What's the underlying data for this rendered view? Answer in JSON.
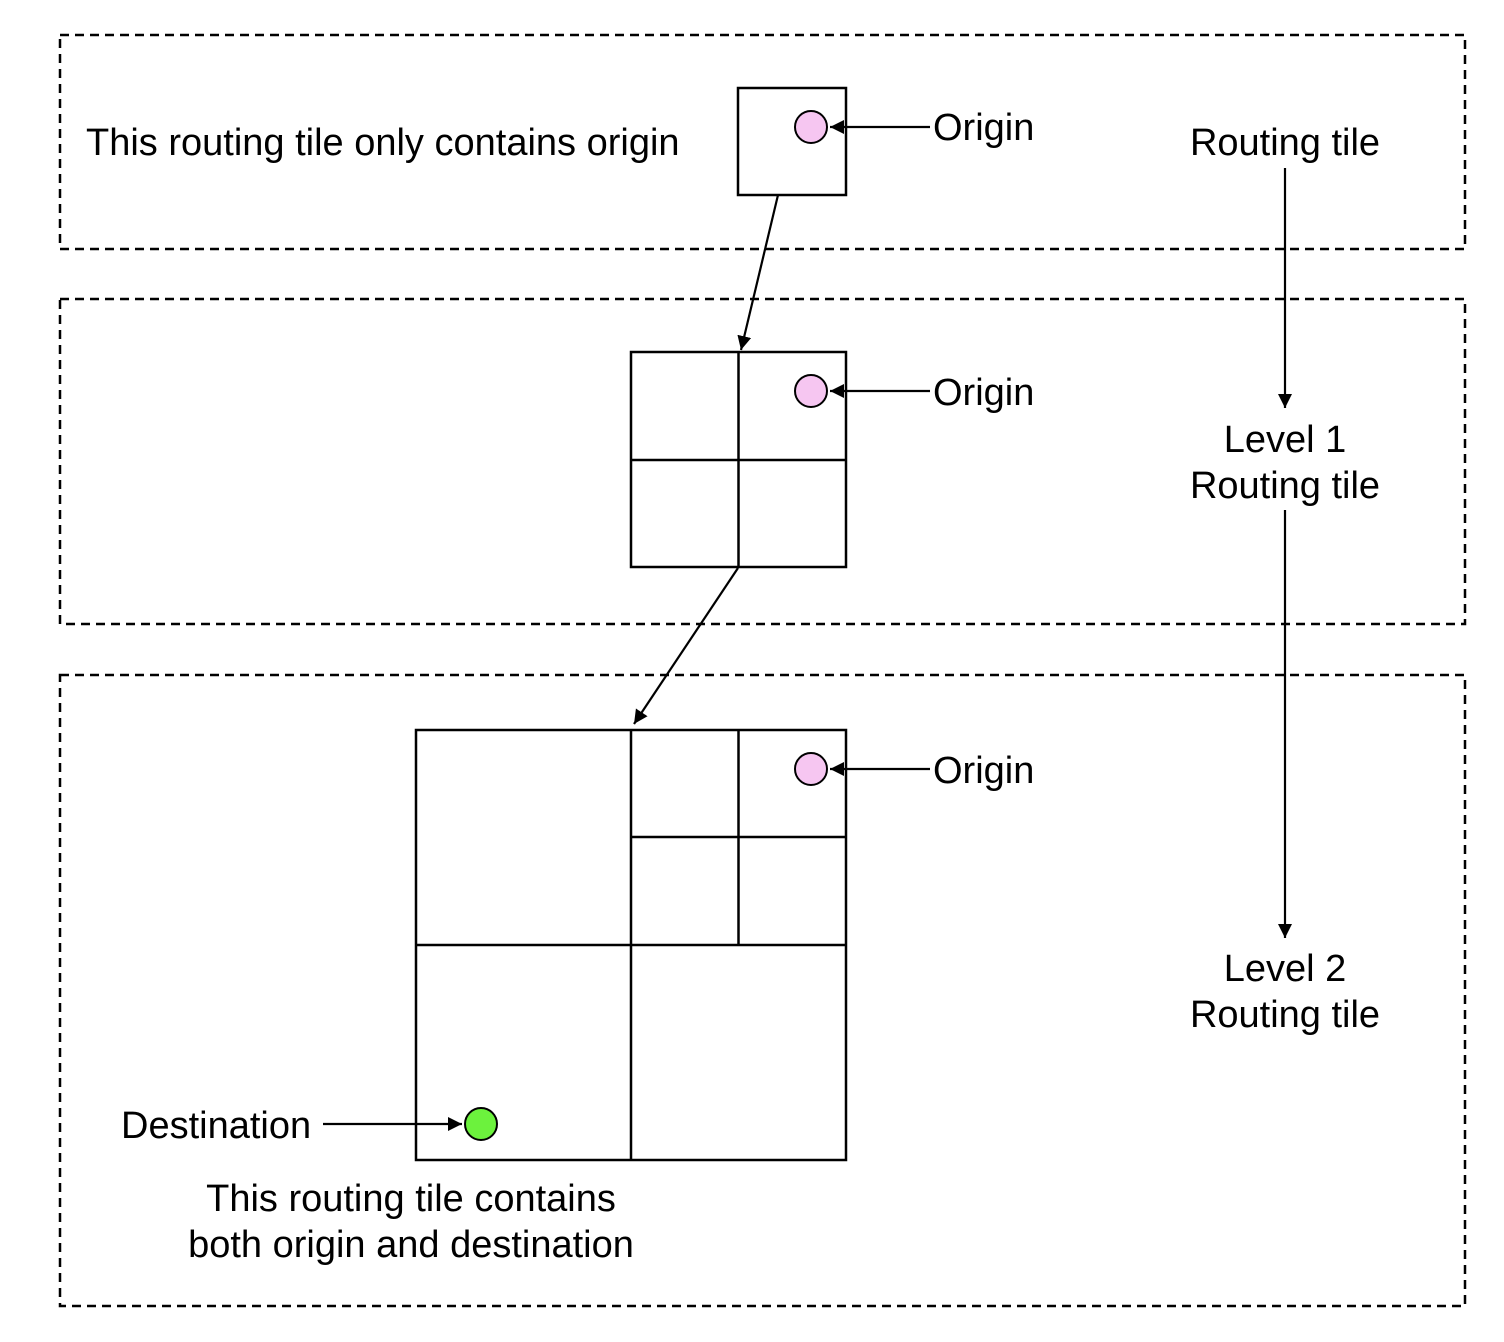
{
  "panels": {
    "top": {
      "description_label": "This routing tile only contains origin",
      "origin_label": "Origin",
      "level_label": "Routing tile"
    },
    "middle": {
      "origin_label": "Origin",
      "level_label_line1": "Level 1",
      "level_label_line2": "Routing tile"
    },
    "bottom": {
      "origin_label": "Origin",
      "destination_label": "Destination",
      "description_line1": "This routing tile contains",
      "description_line2": "both origin and destination",
      "level_label_line1": "Level 2",
      "level_label_line2": "Routing tile"
    }
  },
  "colors": {
    "origin_fill": "#f6c6f1",
    "destination_fill": "#6cf23d",
    "stroke": "#000000"
  }
}
